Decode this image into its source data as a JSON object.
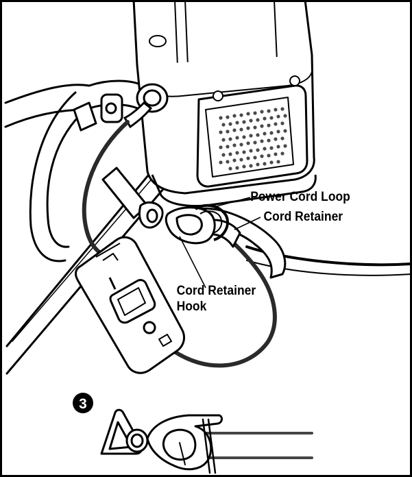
{
  "labels": {
    "power_cord_loop": "Power Cord Loop",
    "cord_retainer": "Cord Retainer",
    "cord_retainer_hook_line1": "Cord Retainer",
    "cord_retainer_hook_line2": "Hook"
  },
  "step": {
    "number": "3"
  },
  "colors": {
    "ink": "#000000",
    "paper": "#ffffff",
    "cord": "#2a2a2a",
    "grille": "#4a4a4a"
  }
}
